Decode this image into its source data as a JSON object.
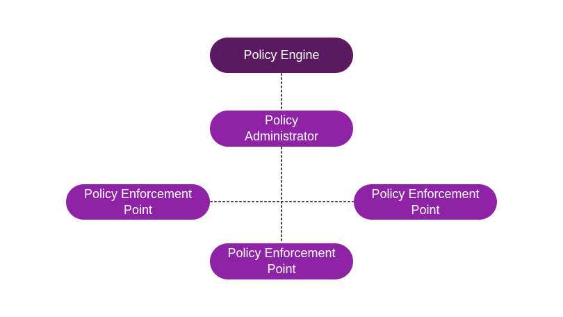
{
  "colors": {
    "engine_fill": "#5b1a5f",
    "node_fill": "#8f23a5",
    "text": "#ffffff",
    "connector": "#3d3d3d"
  },
  "nodes": {
    "engine": {
      "label": "Policy Engine"
    },
    "administrator": {
      "line1": "Policy",
      "line2": "Administrator"
    },
    "pep_left": {
      "line1": "Policy Enforcement",
      "line2": "Point"
    },
    "pep_right": {
      "line1": "Policy Enforcement",
      "line2": "Point"
    },
    "pep_bottom": {
      "line1": "Policy Enforcement",
      "line2": "Point"
    }
  },
  "edges": [
    {
      "from": "engine",
      "to": "administrator",
      "style": "dotted"
    },
    {
      "from": "administrator",
      "to": "pep_bottom",
      "style": "dotted"
    },
    {
      "from": "pep_left",
      "to": "pep_right",
      "style": "dotted"
    }
  ]
}
